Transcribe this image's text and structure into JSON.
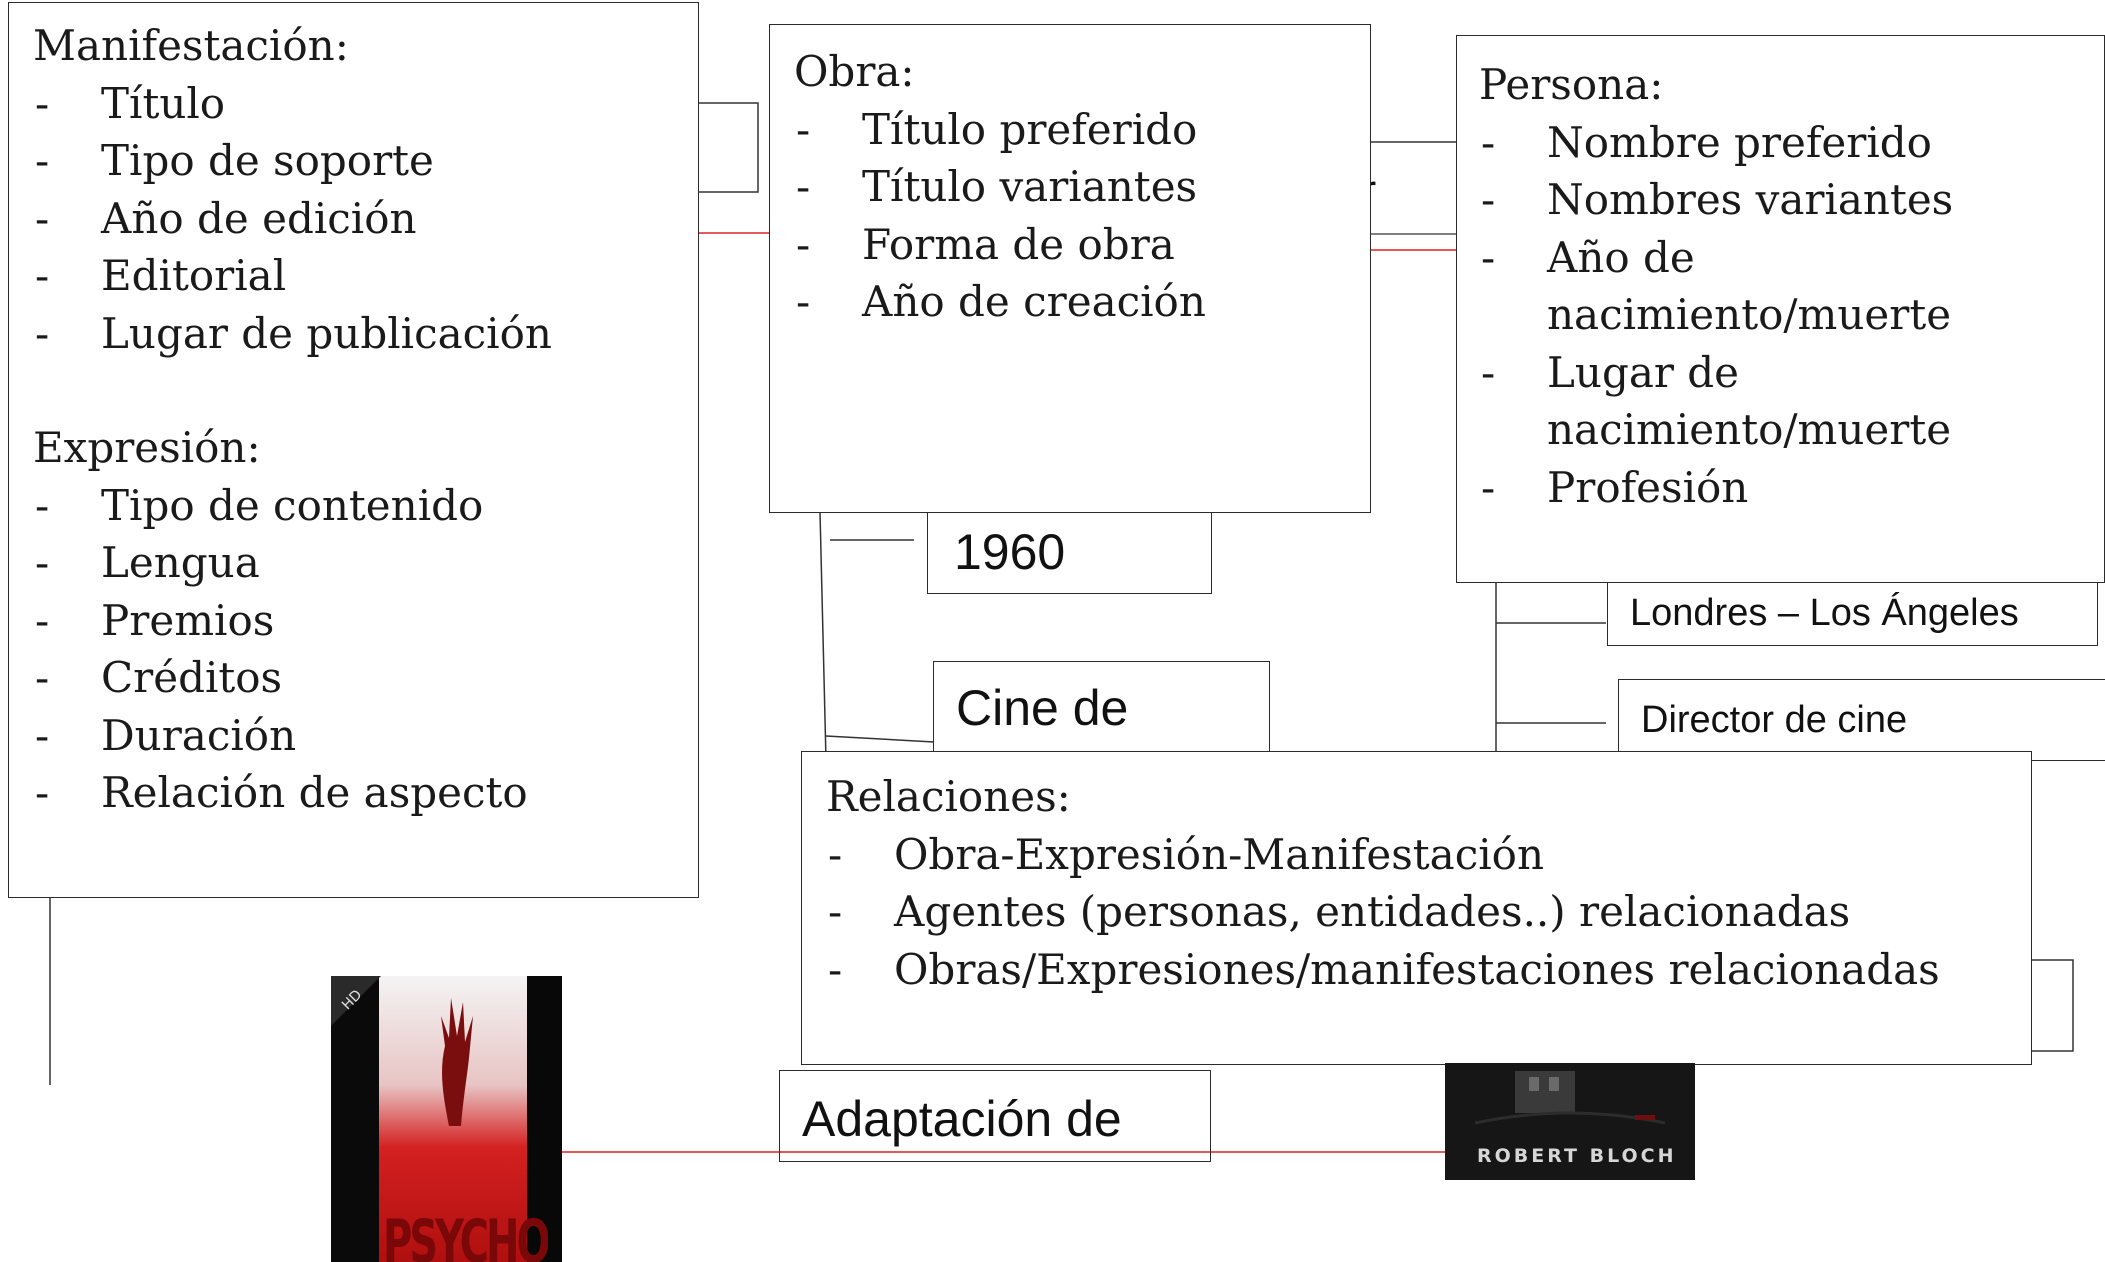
{
  "manifestacion": {
    "title": "Manifestación:",
    "items": [
      "Título",
      "Tipo de soporte",
      "Año de edición",
      "Editorial",
      "Lugar de publicación"
    ]
  },
  "expresion": {
    "title": "Expresión:",
    "items": [
      "Tipo de contenido",
      "Lengua",
      "Premios",
      "Créditos",
      "Duración",
      "Relación de aspecto"
    ]
  },
  "obra": {
    "title": "Obra:",
    "items": [
      "Título preferido",
      "Título variantes",
      "Forma de obra",
      "Año de creación"
    ]
  },
  "persona": {
    "title": "Persona:",
    "items": [
      [
        "Nombre preferido"
      ],
      [
        "Nombres variantes"
      ],
      [
        "Año de",
        "nacimiento/muerte"
      ],
      [
        "Lugar de",
        "nacimiento/muerte"
      ],
      [
        "Profesión"
      ]
    ]
  },
  "relaciones": {
    "title": "Relaciones:",
    "items": [
      "Obra-Expresión-Manifestación",
      "Agentes (personas, entidades..) relacionadas",
      "Obras/Expresiones/manifestaciones relacionadas"
    ]
  },
  "labels": {
    "year_1960": "1960",
    "cine_de": "Cine de",
    "partial_or": "or",
    "londres": "Londres – Los Ángeles",
    "director": "Director de cine",
    "adaptacion": "Adaptación de"
  },
  "images": {
    "psycho_badge": "HD",
    "psycho_title": "PSYCHO",
    "bloch_author": "ROBERT BLOCH"
  },
  "dash": "-",
  "colors": {
    "red_connector": "#e02020",
    "box_border": "#2b2b2b"
  }
}
